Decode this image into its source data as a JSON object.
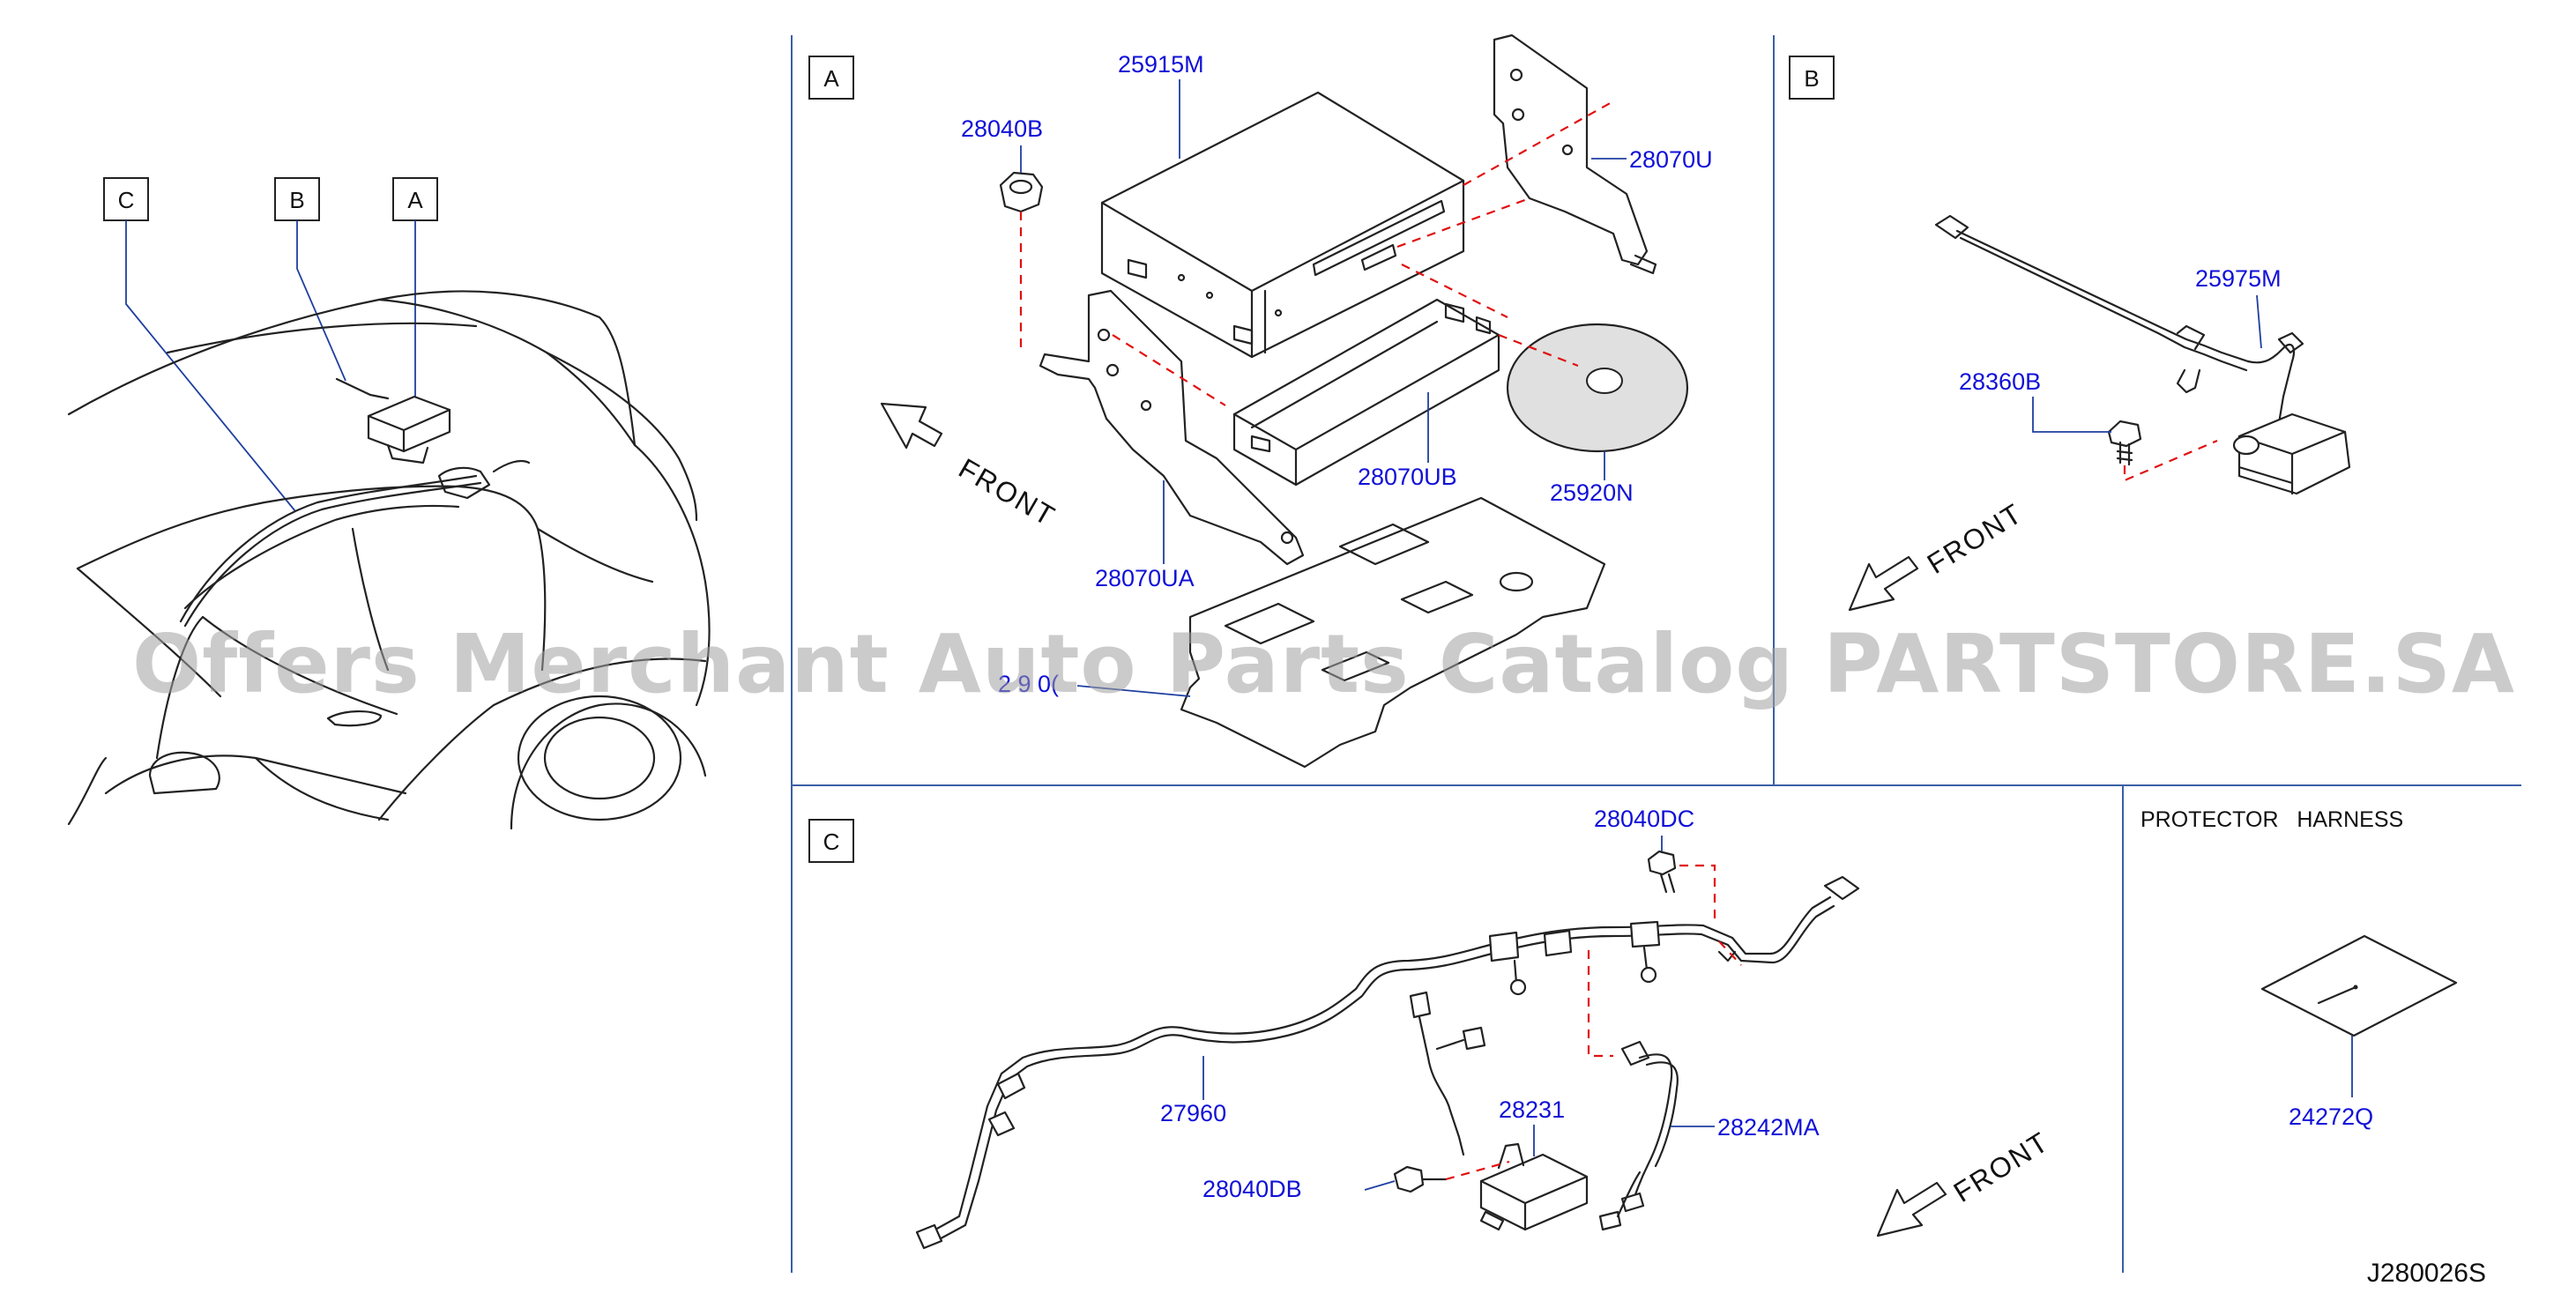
{
  "overview": {
    "callouts": [
      {
        "letter": "C"
      },
      {
        "letter": "B"
      },
      {
        "letter": "A"
      }
    ]
  },
  "panel_a": {
    "letter": "A",
    "front_label": "FRONT",
    "parts": [
      {
        "number": "25915M"
      },
      {
        "number": "28040B"
      },
      {
        "number": "28070U"
      },
      {
        "number": "28070UB"
      },
      {
        "number": "25920N"
      },
      {
        "number": "28070UA"
      },
      {
        "number": "2 9 0("
      }
    ]
  },
  "panel_b": {
    "letter": "B",
    "front_label": "FRONT",
    "parts": [
      {
        "number": "25975M"
      },
      {
        "number": "28360B"
      }
    ]
  },
  "panel_c": {
    "letter": "C",
    "front_label": "FRONT",
    "parts": [
      {
        "number": "28040DC"
      },
      {
        "number": "27960"
      },
      {
        "number": "28231"
      },
      {
        "number": "28242MA"
      },
      {
        "number": "28040DB"
      }
    ]
  },
  "panel_protector": {
    "title": "PROTECTOR   HARNESS",
    "parts": [
      {
        "number": "24272Q"
      }
    ]
  },
  "diagram_code": "J280026S",
  "watermark": "Offers Merchant Auto Parts Catalog PARTSTORE.SA",
  "colors": {
    "part_number": "#1010d8",
    "leader": "#1f3fa0",
    "dashed": "#e01010",
    "outline": "#222222",
    "divider": "#3a5fa6"
  }
}
